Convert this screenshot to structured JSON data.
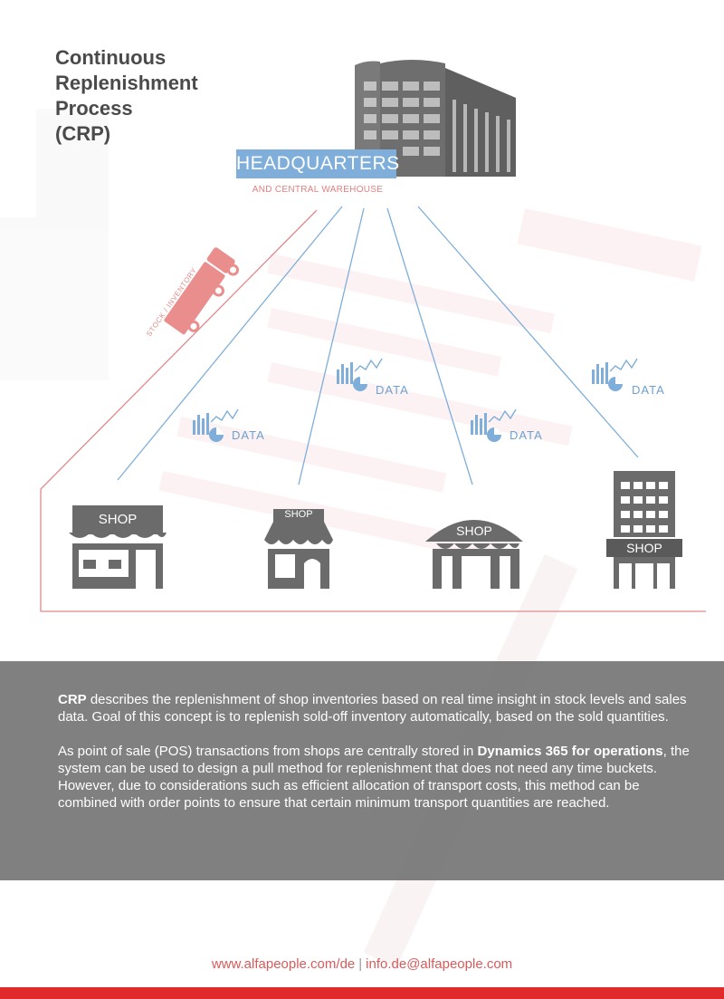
{
  "title": {
    "line1": "Continuous",
    "line2": "Replenishment",
    "line3": "Process",
    "line4": "(CRP)"
  },
  "headquarters": {
    "label": "HEADQUARTERS",
    "sublabel": "AND CENTRAL WAREHOUSE"
  },
  "stock_label": "STOCK / INVENTORY",
  "data_label": "DATA",
  "shops": [
    {
      "label": "SHOP"
    },
    {
      "label": "SHOP"
    },
    {
      "label": "SHOP"
    },
    {
      "label": "SHOP"
    }
  ],
  "info": {
    "p1_bold": "CRP",
    "p1_rest": " describes the replenishment of shop inventories based on real time insight in stock levels and sales data. Goal of this concept is to replenish sold-off inventory automatically, based on the sold quantities.",
    "p2_start": "As point of sale (POS) transactions from shops are centrally stored in ",
    "p2_bold": "Dynamics 365 for operations",
    "p2_rest": ", the system can be used to design a pull method for replenishment that does not need any time buckets. However, due to considerations such as efficient allocation of transport costs, this method can be combined with order points to ensure that certain minimum transport quantities are reached."
  },
  "footer": {
    "website": "www.alfapeople.com/de",
    "separator": "|",
    "email": "info.de@alfapeople.com"
  },
  "colors": {
    "accent_blue": "#7eaed9",
    "accent_red": "#e02a2a",
    "icon_gray": "#6b6b6b"
  }
}
